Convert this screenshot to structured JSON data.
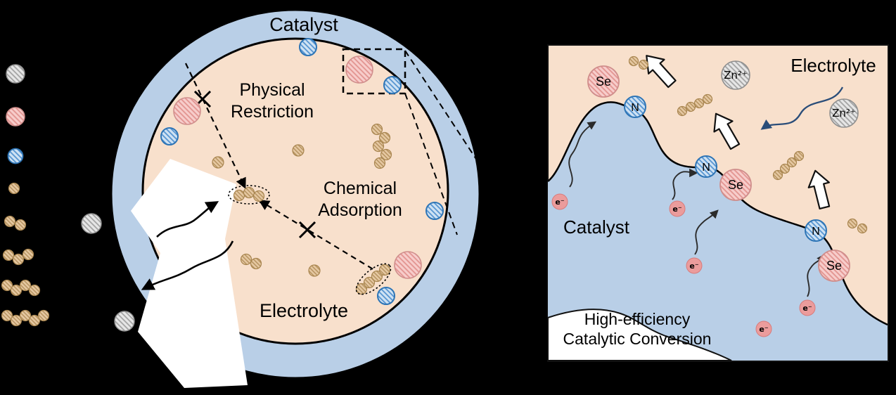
{
  "left_panel": {
    "catalyst_label": "Catalyst",
    "electrolyte_label": "Electrolyte",
    "physical_restriction": {
      "line1": "Physical",
      "line2": "Restriction"
    },
    "chemical_adsorption": {
      "line1": "Chemical",
      "line2": "Adsorption"
    }
  },
  "right_panel": {
    "electrolyte_label": "Electrolyte",
    "catalyst_label": "Catalyst",
    "conversion_caption": {
      "line1": "High-efficiency",
      "line2": "Catalytic Conversion"
    },
    "labels": {
      "se": "Se",
      "n": "N",
      "zn": "Zn²⁺",
      "electron": "e⁻"
    }
  },
  "legend": {
    "items": [
      "large-gray-hatched-particle",
      "large-pink-hatched-particle",
      "blue-hatched-particle",
      "small-tan-particle",
      "tan-dimer-chain",
      "tan-trimer-chain",
      "tan-tetramer-chain",
      "tan-pentamer-chain"
    ]
  },
  "colors": {
    "background": "#000000",
    "electrolyte_peach": "#f8e0cc",
    "catalyst_blue": "#b9cfe7",
    "selenium_pink_fill": "#f7cdcb",
    "selenium_pink_hatch": "#e29490",
    "nitrogen_blue_fill": "#cfe2f3",
    "nitrogen_blue_hatch": "#4f90cf",
    "zinc_gray_fill": "#e6e6e6",
    "zinc_gray_hatch": "#a0a0a0",
    "polyselenide_tan_fill": "#e6c9a3",
    "polyselenide_tan_hatch": "#b28e5a",
    "electron_red": "#eb9c9c",
    "navy_arrow": "#2a4d79"
  }
}
